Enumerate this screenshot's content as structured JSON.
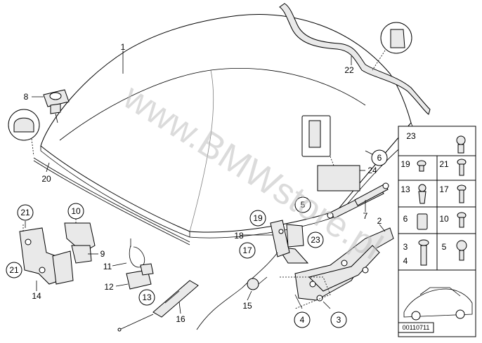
{
  "labels": {
    "l1": "1",
    "l2": "2",
    "l3": "3",
    "l4": "4",
    "l5": "5",
    "l6": "6",
    "l7": "7",
    "l8": "8",
    "l9": "9",
    "l10": "10",
    "l11": "11",
    "l12": "12",
    "l13": "13",
    "l14": "14",
    "l15": "15",
    "l16": "16",
    "l17": "17",
    "l18": "18",
    "l19": "19",
    "l20": "20",
    "l21a": "21",
    "l21b": "21",
    "l22": "22",
    "l23": "23",
    "l24": "24"
  },
  "fastener_grid": {
    "r1": "23",
    "r2a": "19",
    "r2b": "21",
    "r3a": "13",
    "r3b": "17",
    "r4a": "6",
    "r4b": "10",
    "r5a": "3",
    "r5a2": "4",
    "r5b": "5"
  },
  "watermark": "www.BMWstore.pl",
  "diagram_id": "00110711"
}
